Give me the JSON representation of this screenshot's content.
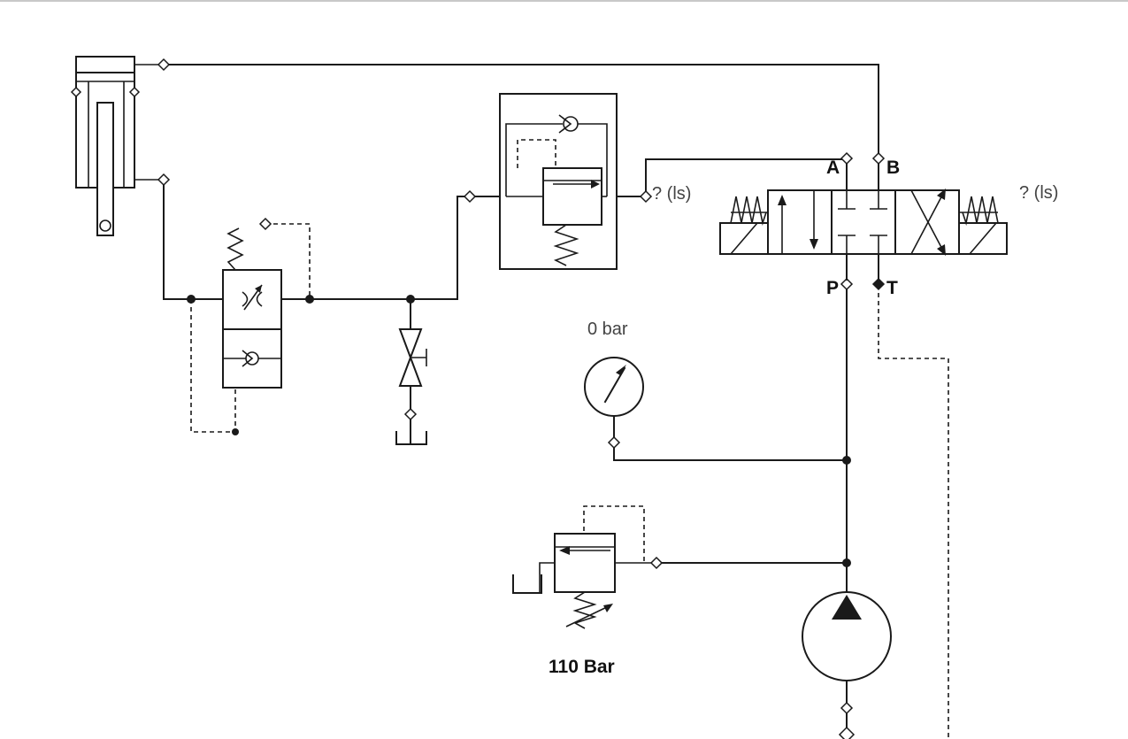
{
  "labels": {
    "port_a": "A",
    "port_b": "B",
    "port_p": "P",
    "port_t": "T",
    "flow_left": "? (ls)",
    "flow_right": "? (ls)",
    "gauge_reading": "0 bar",
    "relief_setting": "110 Bar"
  },
  "colors": {
    "line": "#1a1a1a",
    "label": "#444444",
    "background": "#ffffff"
  }
}
